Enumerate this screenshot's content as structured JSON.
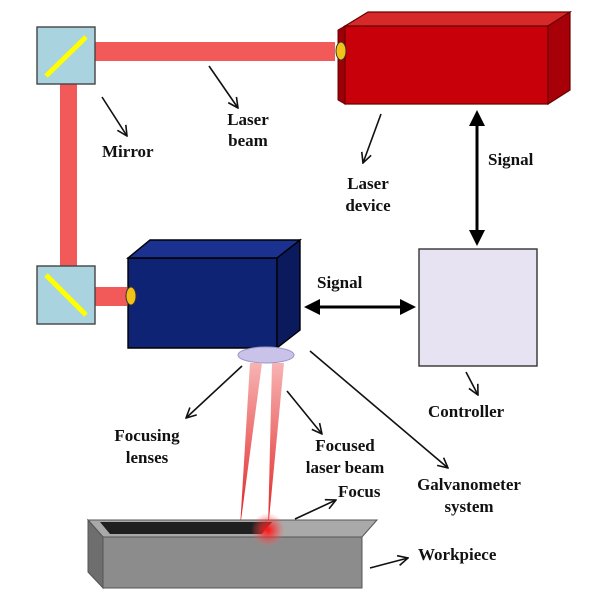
{
  "colors": {
    "beam": "#f25a5a",
    "mirror_face": "#a9d3de",
    "mirror_line": "#ffff00",
    "laser_device": "#c8000a",
    "galvanometer": "#0f2374",
    "controller": "#e7e3f3",
    "workpiece": "#8c8c8c",
    "focus_glow": "#ff2222"
  },
  "labels": {
    "mirror": "Mirror",
    "laser_beam_1": "Laser",
    "laser_beam_2": "beam",
    "laser_device_1": "Laser",
    "laser_device_2": "device",
    "signal_top": "Signal",
    "signal_mid": "Signal",
    "controller": "Controller",
    "focusing_lenses_1": "Focusing",
    "focusing_lenses_2": "lenses",
    "focused_beam_1": "Focused",
    "focused_beam_2": "laser beam",
    "focus": "Focus",
    "galvanometer_1": "Galvanometer",
    "galvanometer_2": "system",
    "workpiece": "Workpiece"
  }
}
